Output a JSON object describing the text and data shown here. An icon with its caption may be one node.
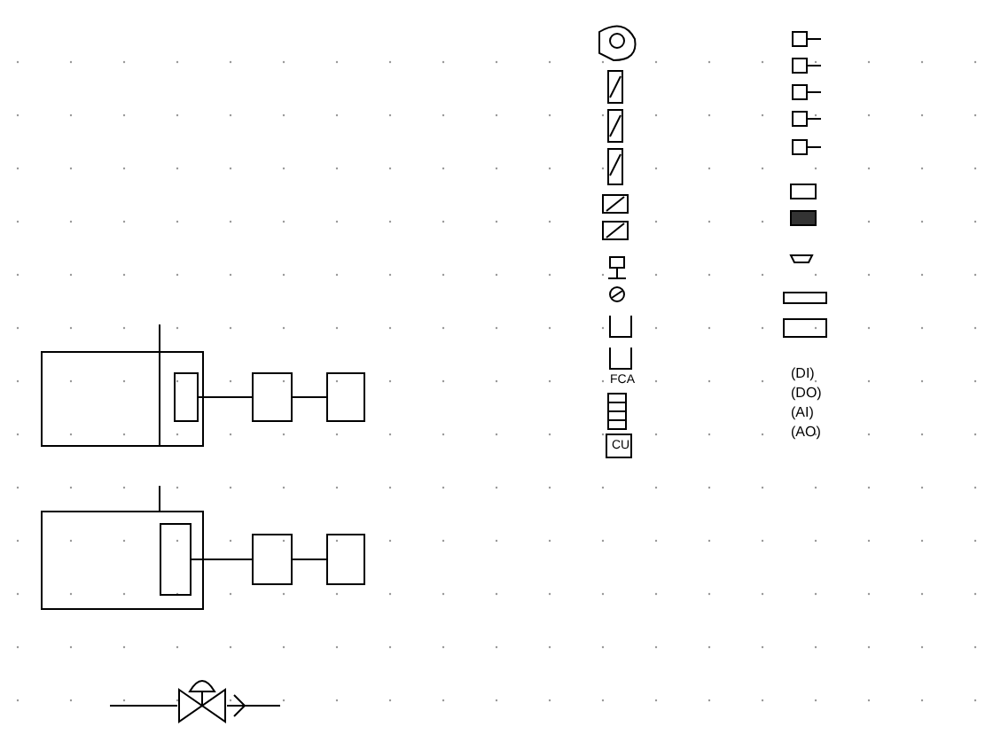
{
  "diagram": {
    "nodes": [
      {
        "text": [],
        "shape": "box"
      },
      {
        "text": [],
        "shape": "box",
        "in": 0
      },
      {
        "text": [],
        "shape": "box"
      },
      {
        "text": [],
        "shape": "box"
      },
      {
        "text": [],
        "shape": "box"
      },
      {
        "text": [],
        "shape": "box",
        "in": 4
      },
      {
        "text": [],
        "shape": "box"
      },
      {
        "text": [],
        "shape": "box"
      }
    ],
    "edges": [
      {
        "from": 1,
        "to": 2,
        "arrow": "none"
      },
      {
        "from": 2,
        "to": 3,
        "arrow": "none"
      },
      {
        "from": 5,
        "to": 6,
        "arrow": "none"
      },
      {
        "from": 6,
        "to": 7,
        "arrow": "none"
      }
    ],
    "labels": [
      "FCA",
      "(DI)",
      "(DO)",
      "(AI)",
      "(AO)",
      "CU"
    ]
  }
}
